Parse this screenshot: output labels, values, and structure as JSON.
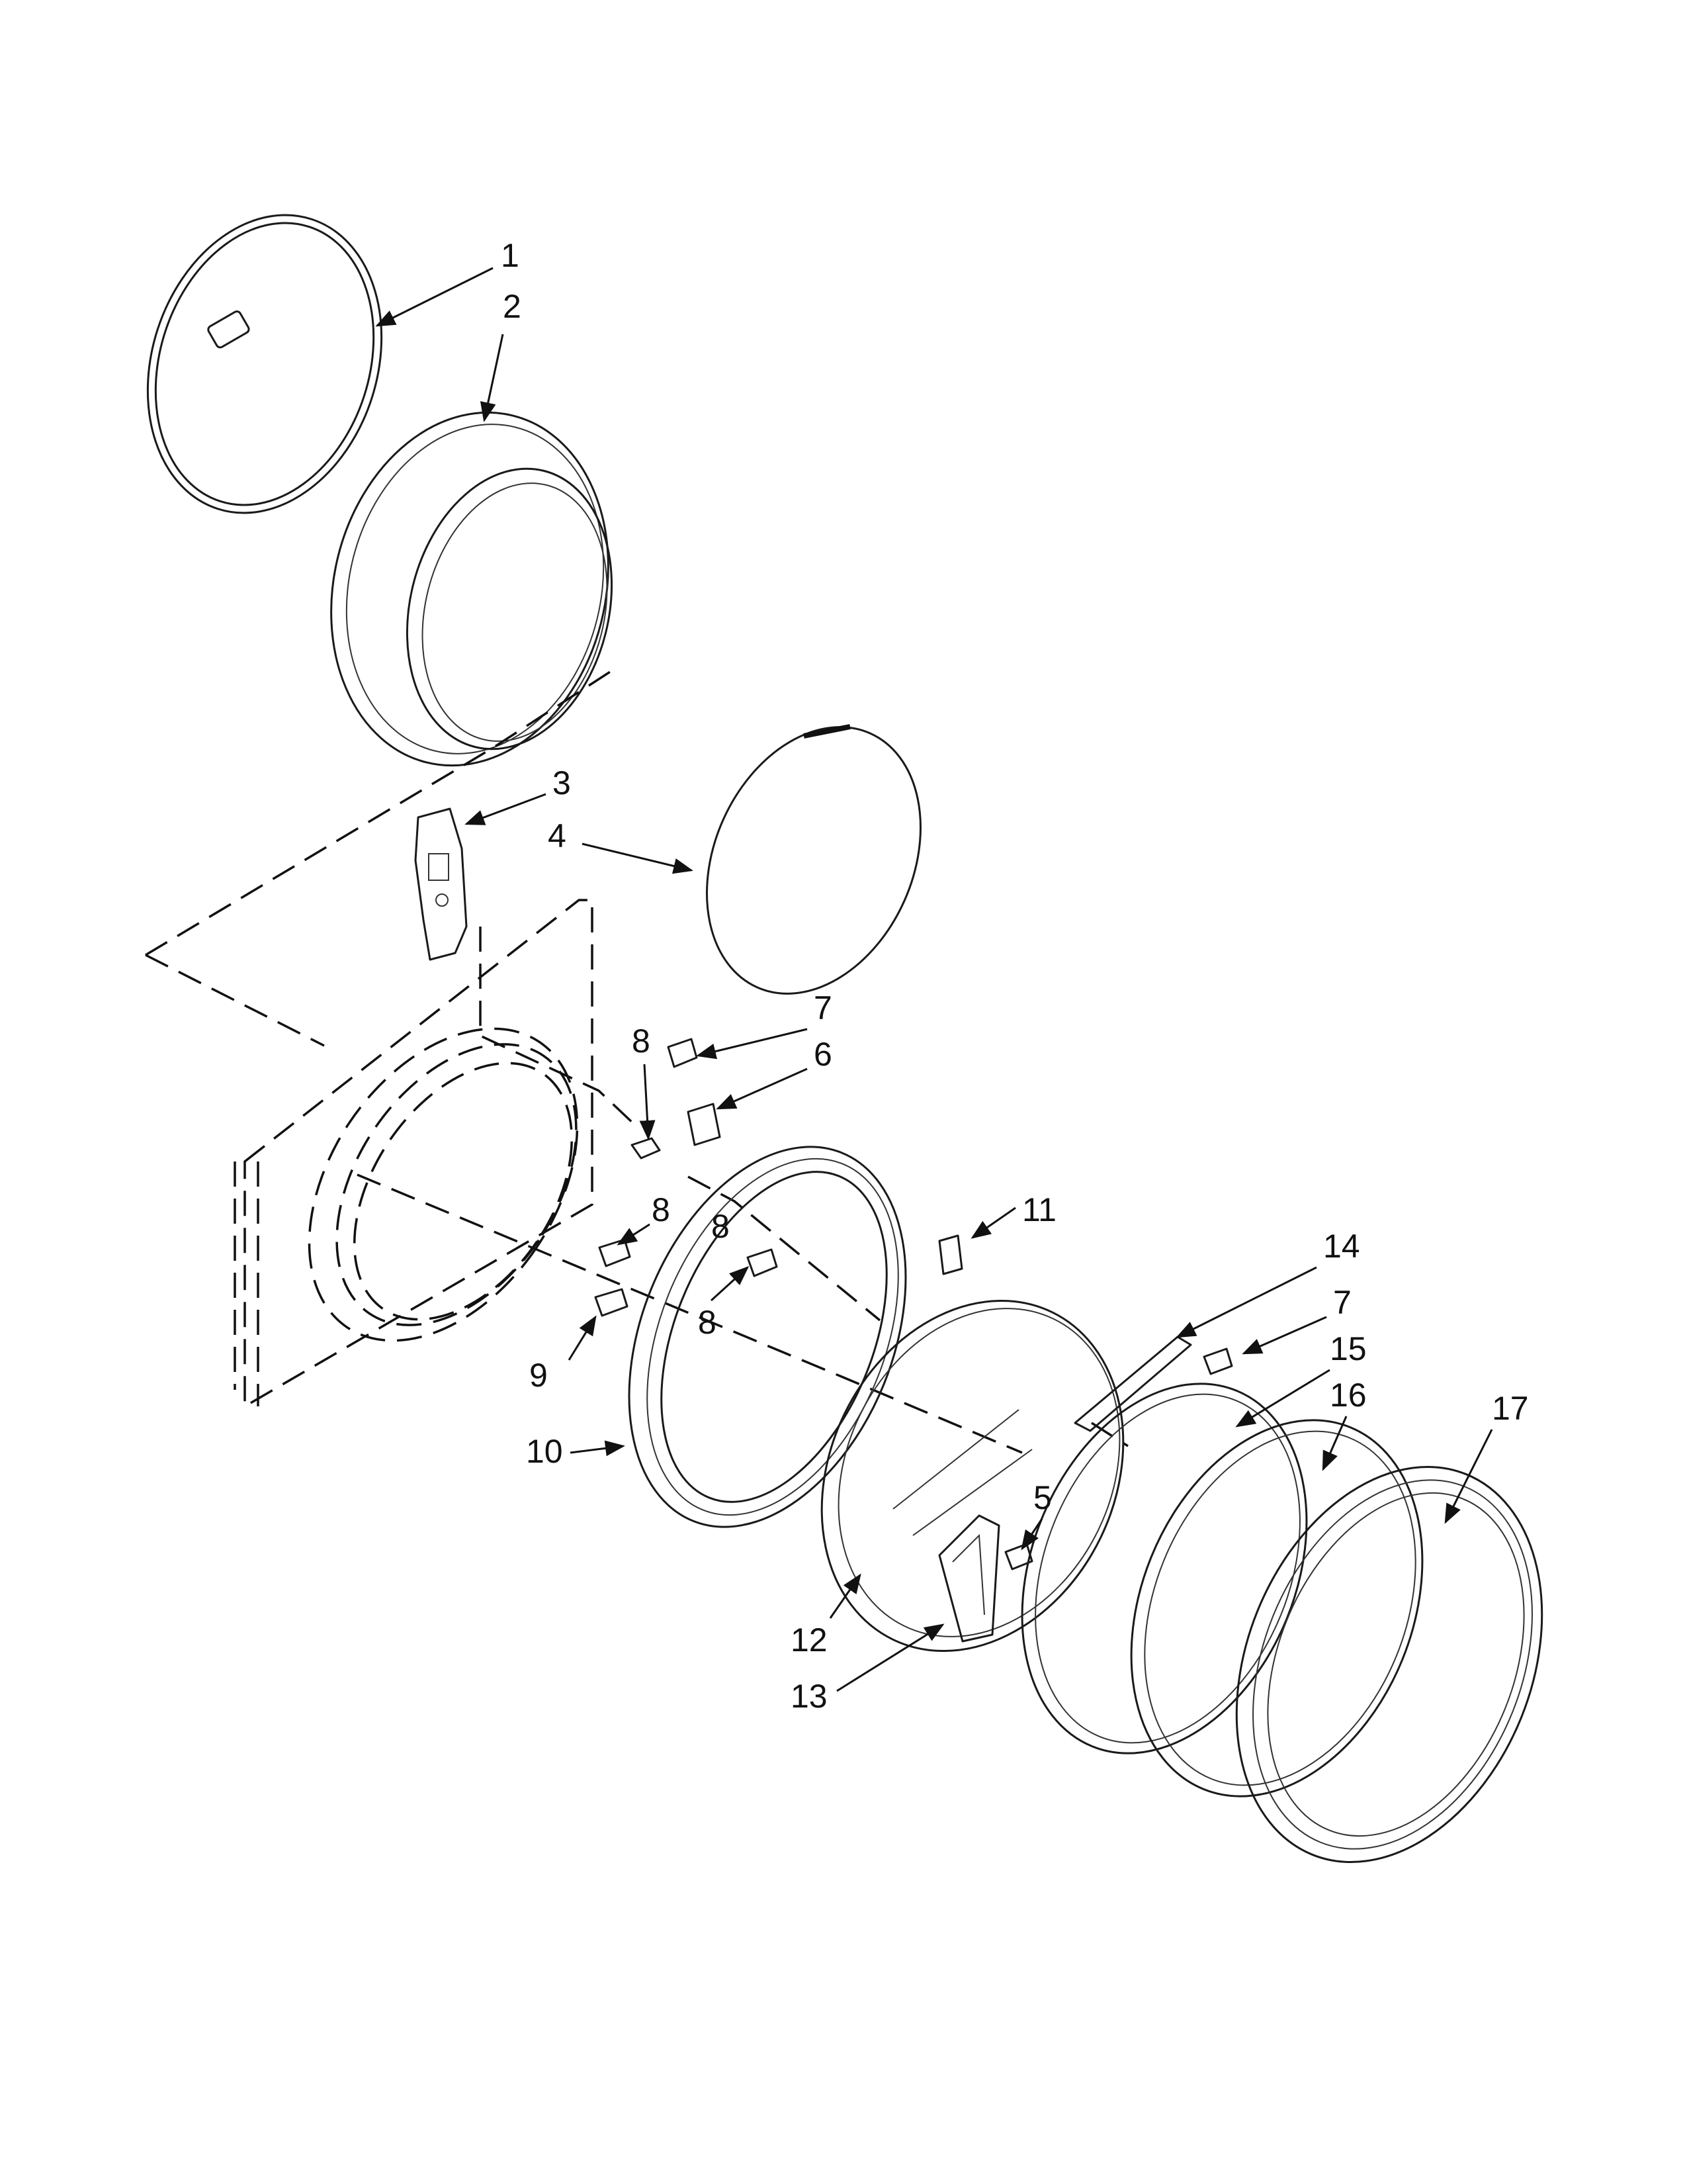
{
  "diagram": {
    "callouts": [
      "1",
      "2",
      "3",
      "4",
      "5",
      "6",
      "7",
      "7",
      "8",
      "8",
      "8",
      "8",
      "9",
      "10",
      "11",
      "12",
      "13",
      "14",
      "15",
      "16",
      "17"
    ]
  }
}
